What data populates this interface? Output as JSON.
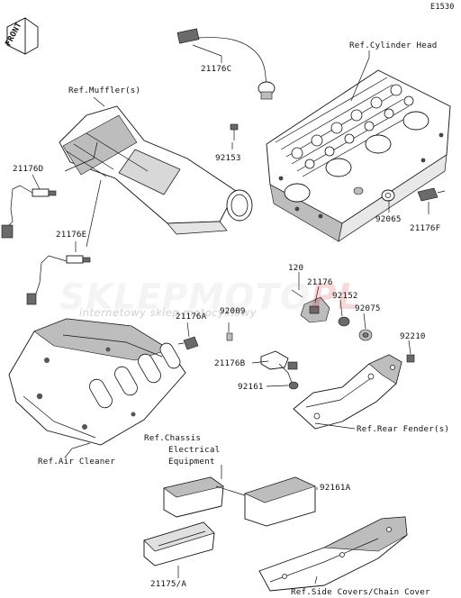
{
  "figure_code": "E1530",
  "front_marker": "FRONT",
  "watermark": {
    "text_a": "SKLEP",
    "text_b": "MOTO",
    "text_c": "PL",
    "subtitle": "internetowy sklep motocyklowy"
  },
  "refs": {
    "cylinder_head": "Ref.Cylinder Head",
    "muffler": "Ref.Muffler(s)",
    "rear_fender": "Ref.Rear Fender(s)",
    "air_cleaner": "Ref.Air Cleaner",
    "chassis_line1": "Ref.Chassis",
    "chassis_line2": "Electrical",
    "chassis_line3": "Equipment",
    "side_covers": "Ref.Side Covers/Chain Cover"
  },
  "parts": {
    "p21176C": "21176C",
    "p92153": "92153",
    "p21176D": "21176D",
    "p21176E": "21176E",
    "p92065": "92065",
    "p21176F": "21176F",
    "p120": "120",
    "p21176": "21176",
    "p92152": "92152",
    "p92075": "92075",
    "p92210": "92210",
    "p21176A": "21176A",
    "p92009": "92009",
    "p21176B": "21176B",
    "p92161": "92161",
    "p92161A": "92161A",
    "p21175A": "21175/A"
  }
}
